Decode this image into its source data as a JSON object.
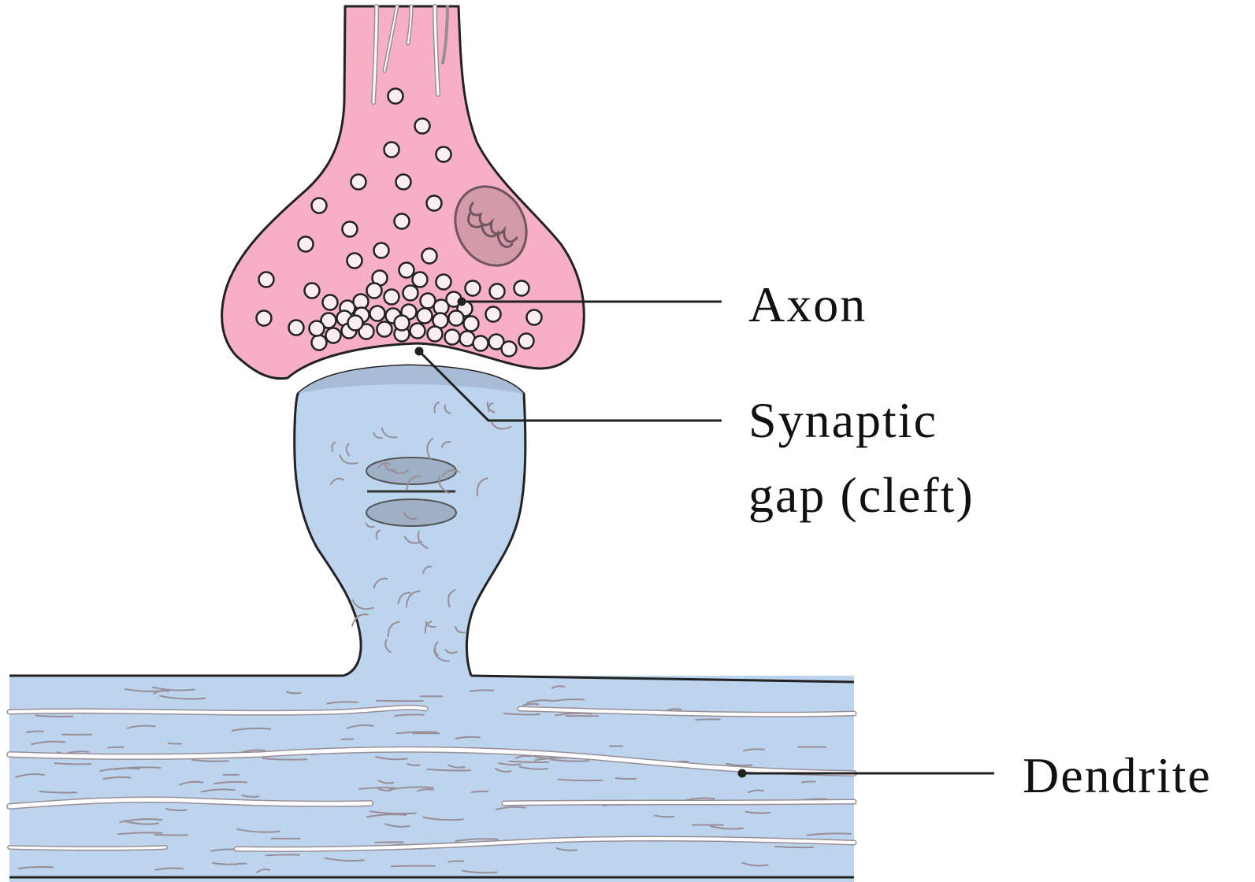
{
  "labels": {
    "axon": "Axon",
    "synaptic_line1": "Synaptic",
    "synaptic_line2": "gap (cleft)",
    "dendrite": "Dendrite"
  },
  "colors": {
    "axon_fill": "#f7afc6",
    "dendrite_fill": "#bcd4ee",
    "dendrite_top_shade": "#a8bcd6",
    "vesicle_fill": "#fbeef2",
    "mitochondrion_fill": "#d39aa8",
    "organelle_fill": "#9fb0c6",
    "outline": "#222222",
    "texture": "#9a8e96",
    "fiber": "#ffffff"
  }
}
